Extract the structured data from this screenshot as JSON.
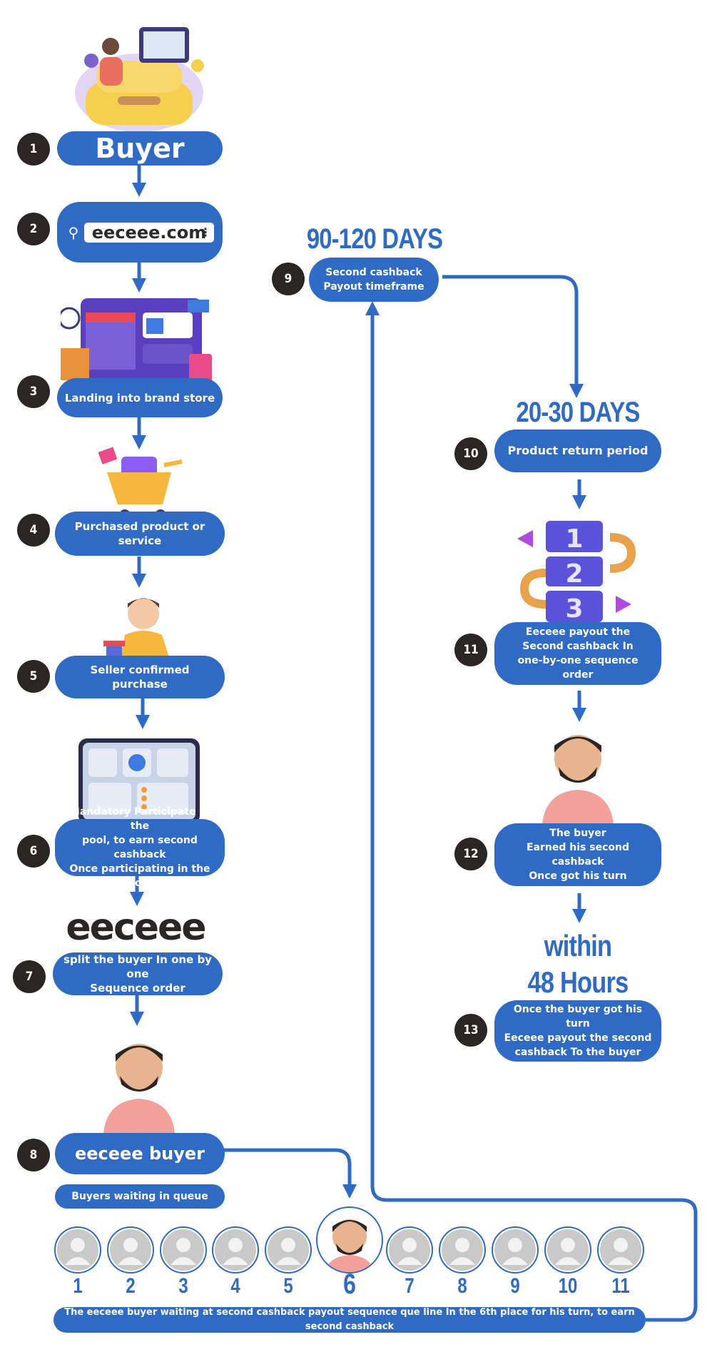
{
  "steps": {
    "s1": {
      "num": "1",
      "label": "Buyer"
    },
    "s2": {
      "num": "2",
      "search_text": "eeceee.com"
    },
    "s3": {
      "num": "3",
      "label": "Landing into brand store"
    },
    "s4": {
      "num": "4",
      "label": "Purchased product or service"
    },
    "s5": {
      "num": "5",
      "label": "Seller confirmed purchase"
    },
    "s6": {
      "num": "6",
      "label": "Mandatory Participate in the\npool, to earn second cashback\nOnce participating in the pool"
    },
    "s7": {
      "num": "7",
      "logo_text": "eeceee",
      "label": "split the buyer In one by one\nSequence order"
    },
    "s8": {
      "num": "8",
      "label": "eeceee buyer",
      "sub_label": "Buyers waiting in queue"
    },
    "s9": {
      "num": "9",
      "heading": "90-120 DAYS",
      "label": "Second cashback\nPayout timeframe"
    },
    "s10": {
      "num": "10",
      "heading": "20-30 DAYS",
      "label": "Product return period"
    },
    "s11": {
      "num": "11",
      "label": "Eeceee payout the\nSecond cashback In\none-by-one sequence order",
      "blocks": [
        "1",
        "2",
        "3"
      ]
    },
    "s12": {
      "num": "12",
      "label": "The buyer\nEarned his second cashback\nOnce got his turn"
    },
    "s13": {
      "num": "13",
      "heading_line1": "within",
      "heading_line2": "48 Hours",
      "label": "Once the buyer got his turn\nEeceee payout the second\ncashback To the buyer"
    }
  },
  "queue": {
    "numbers": [
      "1",
      "2",
      "3",
      "4",
      "5",
      "6",
      "7",
      "8",
      "9",
      "10",
      "11"
    ],
    "highlight_index": 5,
    "footer": "The eeceee buyer waiting at second cashback payout sequence que line In the 6th place for his turn, to earn second cashback"
  },
  "colors": {
    "accent": "#2f6bc4",
    "badge": "#2b2523"
  }
}
